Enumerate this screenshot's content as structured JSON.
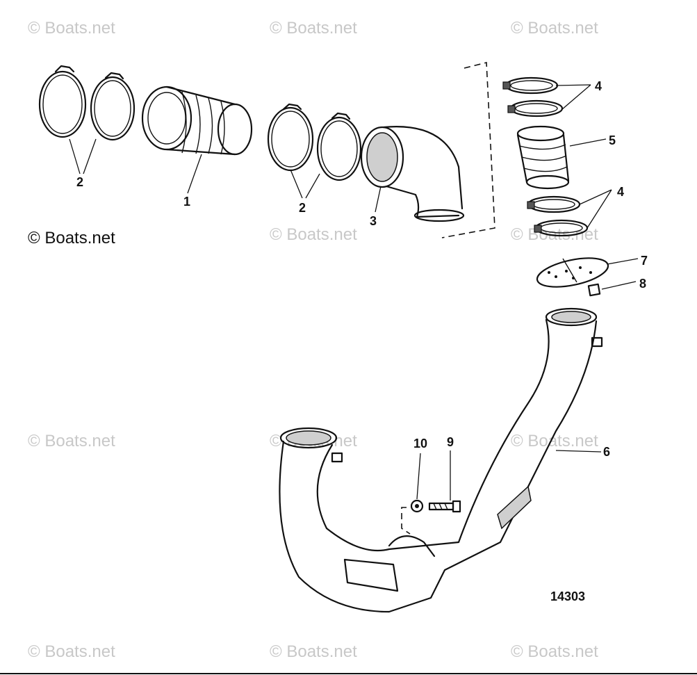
{
  "watermark_text": "© Boats.net",
  "drawing_number": "14303",
  "labels": {
    "p1": "1",
    "p2a": "2",
    "p2b": "2",
    "p3": "3",
    "p4a": "4",
    "p4b": "4",
    "p5": "5",
    "p6": "6",
    "p7": "7",
    "p8": "8",
    "p9": "9",
    "p10": "10"
  }
}
